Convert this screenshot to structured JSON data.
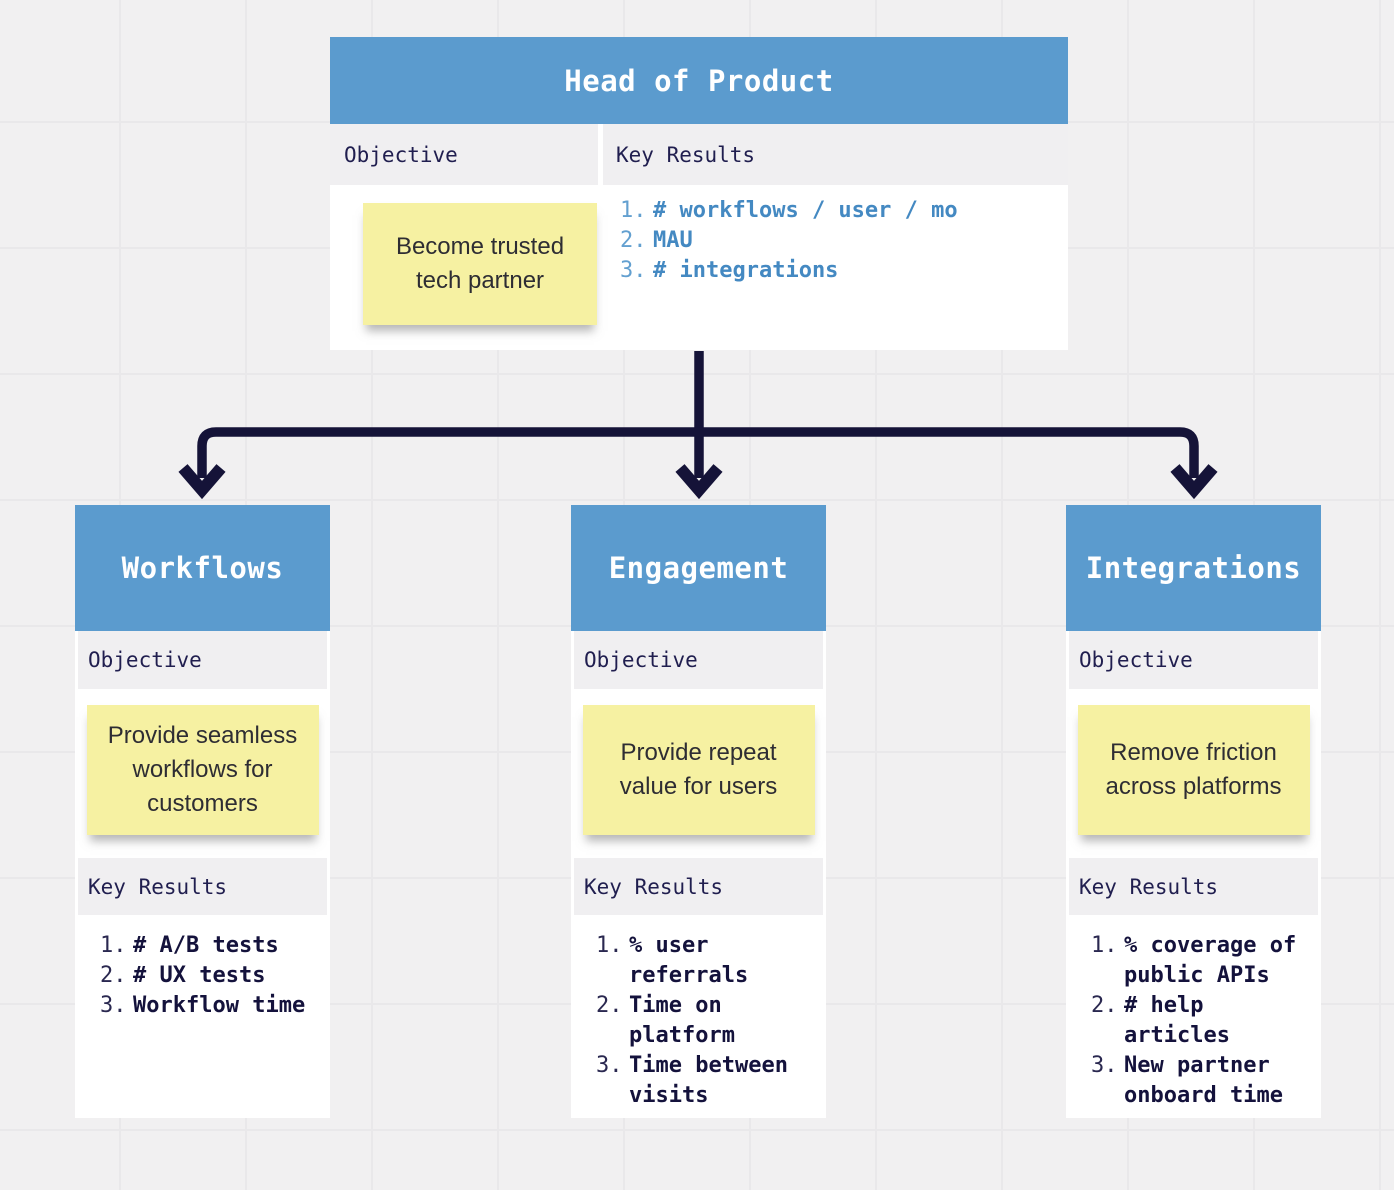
{
  "palette": {
    "canvas_bg": "#f1f0f1",
    "grid_line": "#e9e8ea",
    "card_white": "#ffffff",
    "header_blue": "#5b9bce",
    "band_gray": "#f0eff1",
    "sticky_yellow": "#f6f1a2",
    "navy_text": "#201e4f",
    "navy_bold": "#14123c",
    "list_blue": "#4489c2",
    "list_blue_num": "#63a0d0",
    "arrow_navy": "#151338"
  },
  "root_card": {
    "title": "Head of Product",
    "objective_label": "Objective",
    "key_results_label": "Key Results",
    "objective_note": "Become trusted tech partner",
    "key_results": [
      {
        "num": "1.",
        "text": "# workflows / user / mo"
      },
      {
        "num": "2.",
        "text": "MAU"
      },
      {
        "num": "3.",
        "text": "# integrations"
      }
    ]
  },
  "child_cards": [
    {
      "title": "Workflows",
      "objective_label": "Objective",
      "key_results_label": "Key Results",
      "objective_note": "Provide seamless workflows for customers",
      "key_results": [
        {
          "num": "1.",
          "text": "# A/B tests"
        },
        {
          "num": "2.",
          "text": "# UX tests"
        },
        {
          "num": "3.",
          "text": "Workflow time"
        }
      ]
    },
    {
      "title": "Engagement",
      "objective_label": "Objective",
      "key_results_label": "Key Results",
      "objective_note": "Provide repeat value for users",
      "key_results": [
        {
          "num": "1.",
          "text": "% user referrals"
        },
        {
          "num": "2.",
          "text": "Time on platform"
        },
        {
          "num": "3.",
          "text": "Time between visits"
        }
      ]
    },
    {
      "title": "Integrations",
      "objective_label": "Objective",
      "key_results_label": "Key Results",
      "objective_note": "Remove friction across platforms",
      "key_results": [
        {
          "num": "1.",
          "text": "% coverage of public APIs"
        },
        {
          "num": "2.",
          "text": "# help articles"
        },
        {
          "num": "3.",
          "text": "New partner onboard time"
        }
      ]
    }
  ]
}
